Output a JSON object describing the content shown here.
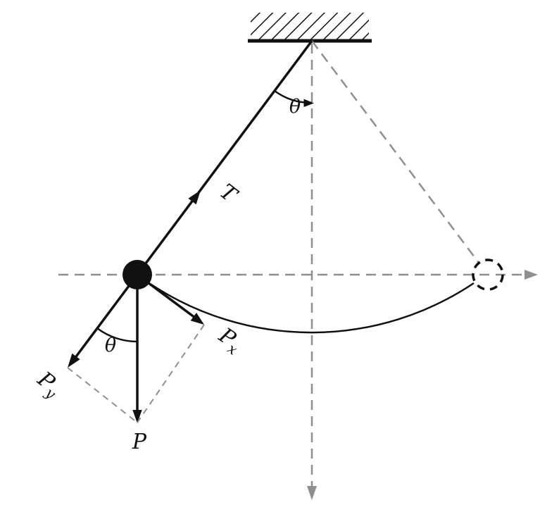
{
  "diagram": {
    "kind": "pendulum-free-body-diagram",
    "labels": {
      "angle_pivot": "θ",
      "angle_bob": "θ",
      "tension": "T",
      "weight": "P",
      "weight_x_base": "P",
      "weight_x_sub": "x",
      "weight_y_base": "P",
      "weight_y_sub": "y"
    },
    "colors": {
      "ink": "#111111",
      "reference_gray": "#8f8f8f"
    }
  }
}
